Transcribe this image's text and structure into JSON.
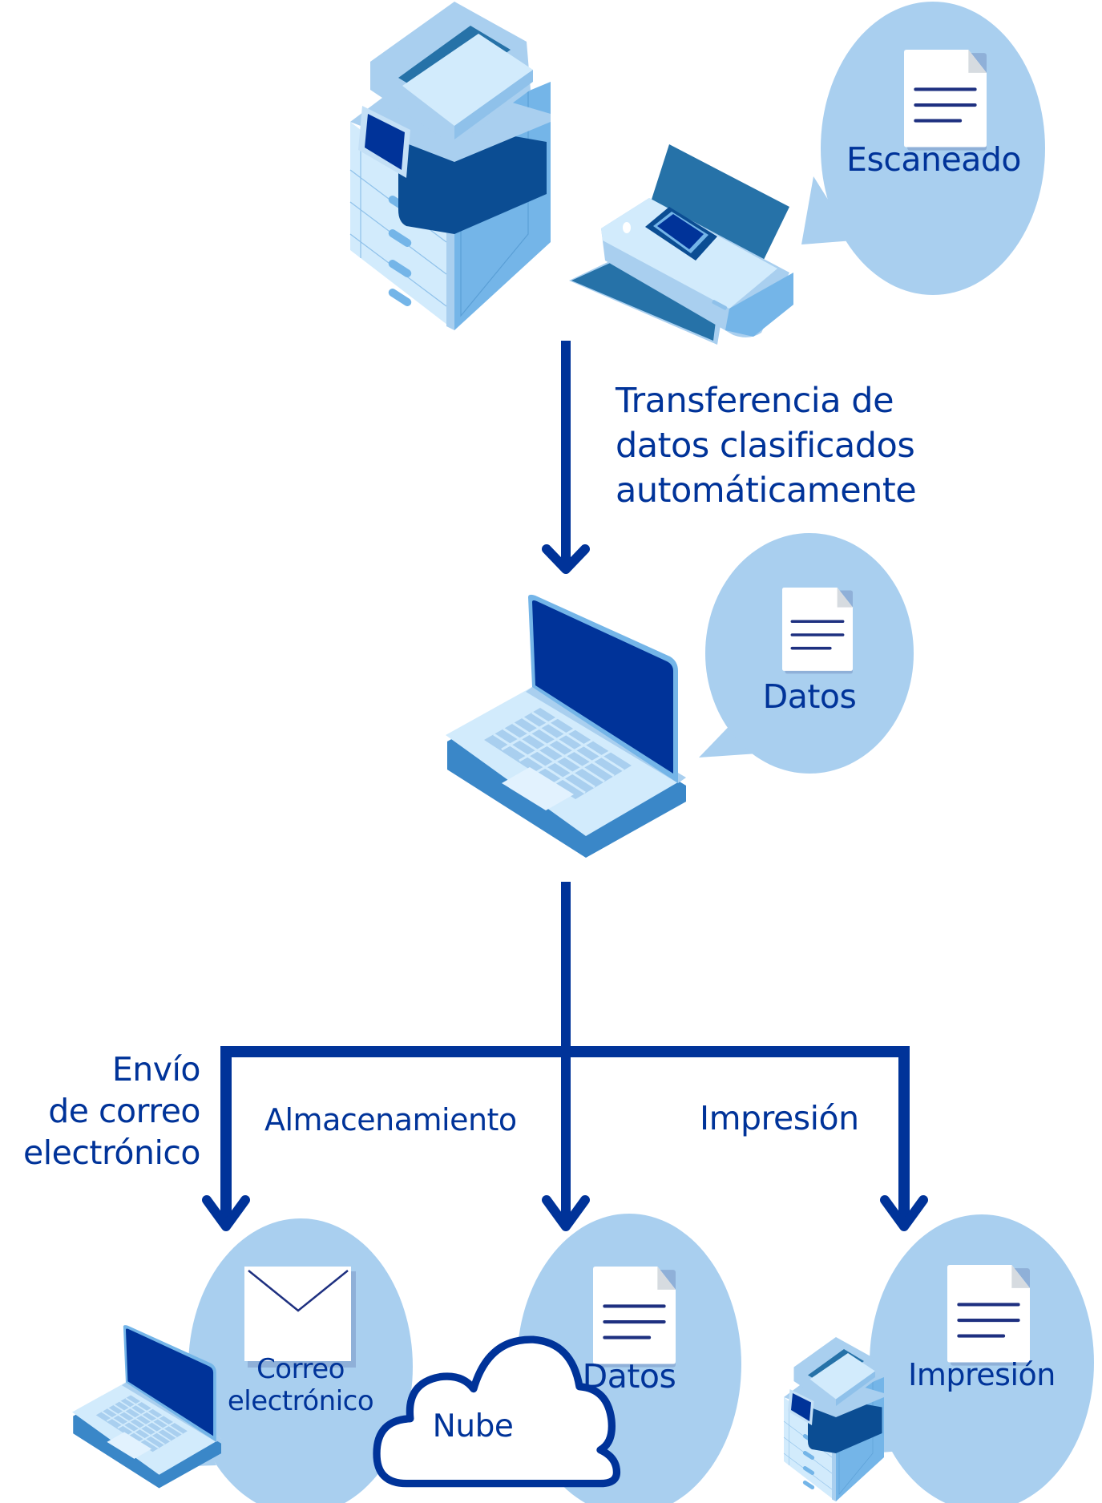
{
  "diagram": {
    "title": "Flujo de escaneado y distribución de datos",
    "colors": {
      "arrow": "#003399",
      "bubble": "#a9cfef",
      "text": "#003399",
      "device_light": "#d2ebfc",
      "device_mid": "#74b5e8",
      "device_dark": "#2672a8",
      "screen": "#003399",
      "doc_line": "#1e3080"
    },
    "source": {
      "devices": [
        "multifunction-printer",
        "document-scanner"
      ],
      "bubble": {
        "icon": "document-icon",
        "label": "Escaneado"
      }
    },
    "transfer": {
      "lines": [
        "Transferencia de",
        "datos clasificados",
        "automáticamente"
      ]
    },
    "computer": {
      "device": "laptop",
      "bubble": {
        "icon": "document-icon",
        "label": "Datos"
      }
    },
    "branches": [
      {
        "id": "email",
        "label_lines": [
          "Envío",
          "de correo",
          "electrónico"
        ],
        "device": "laptop",
        "bubble": {
          "icon": "envelope-icon",
          "label_lines": [
            "Correo",
            "electrónico"
          ]
        }
      },
      {
        "id": "storage",
        "label": "Almacenamiento",
        "device": "cloud",
        "device_label": "Nube",
        "bubble": {
          "icon": "document-icon",
          "label": "Datos"
        }
      },
      {
        "id": "print",
        "label": "Impresión",
        "device": "multifunction-printer",
        "bubble": {
          "icon": "document-icon",
          "label": "Impresión"
        }
      }
    ]
  }
}
